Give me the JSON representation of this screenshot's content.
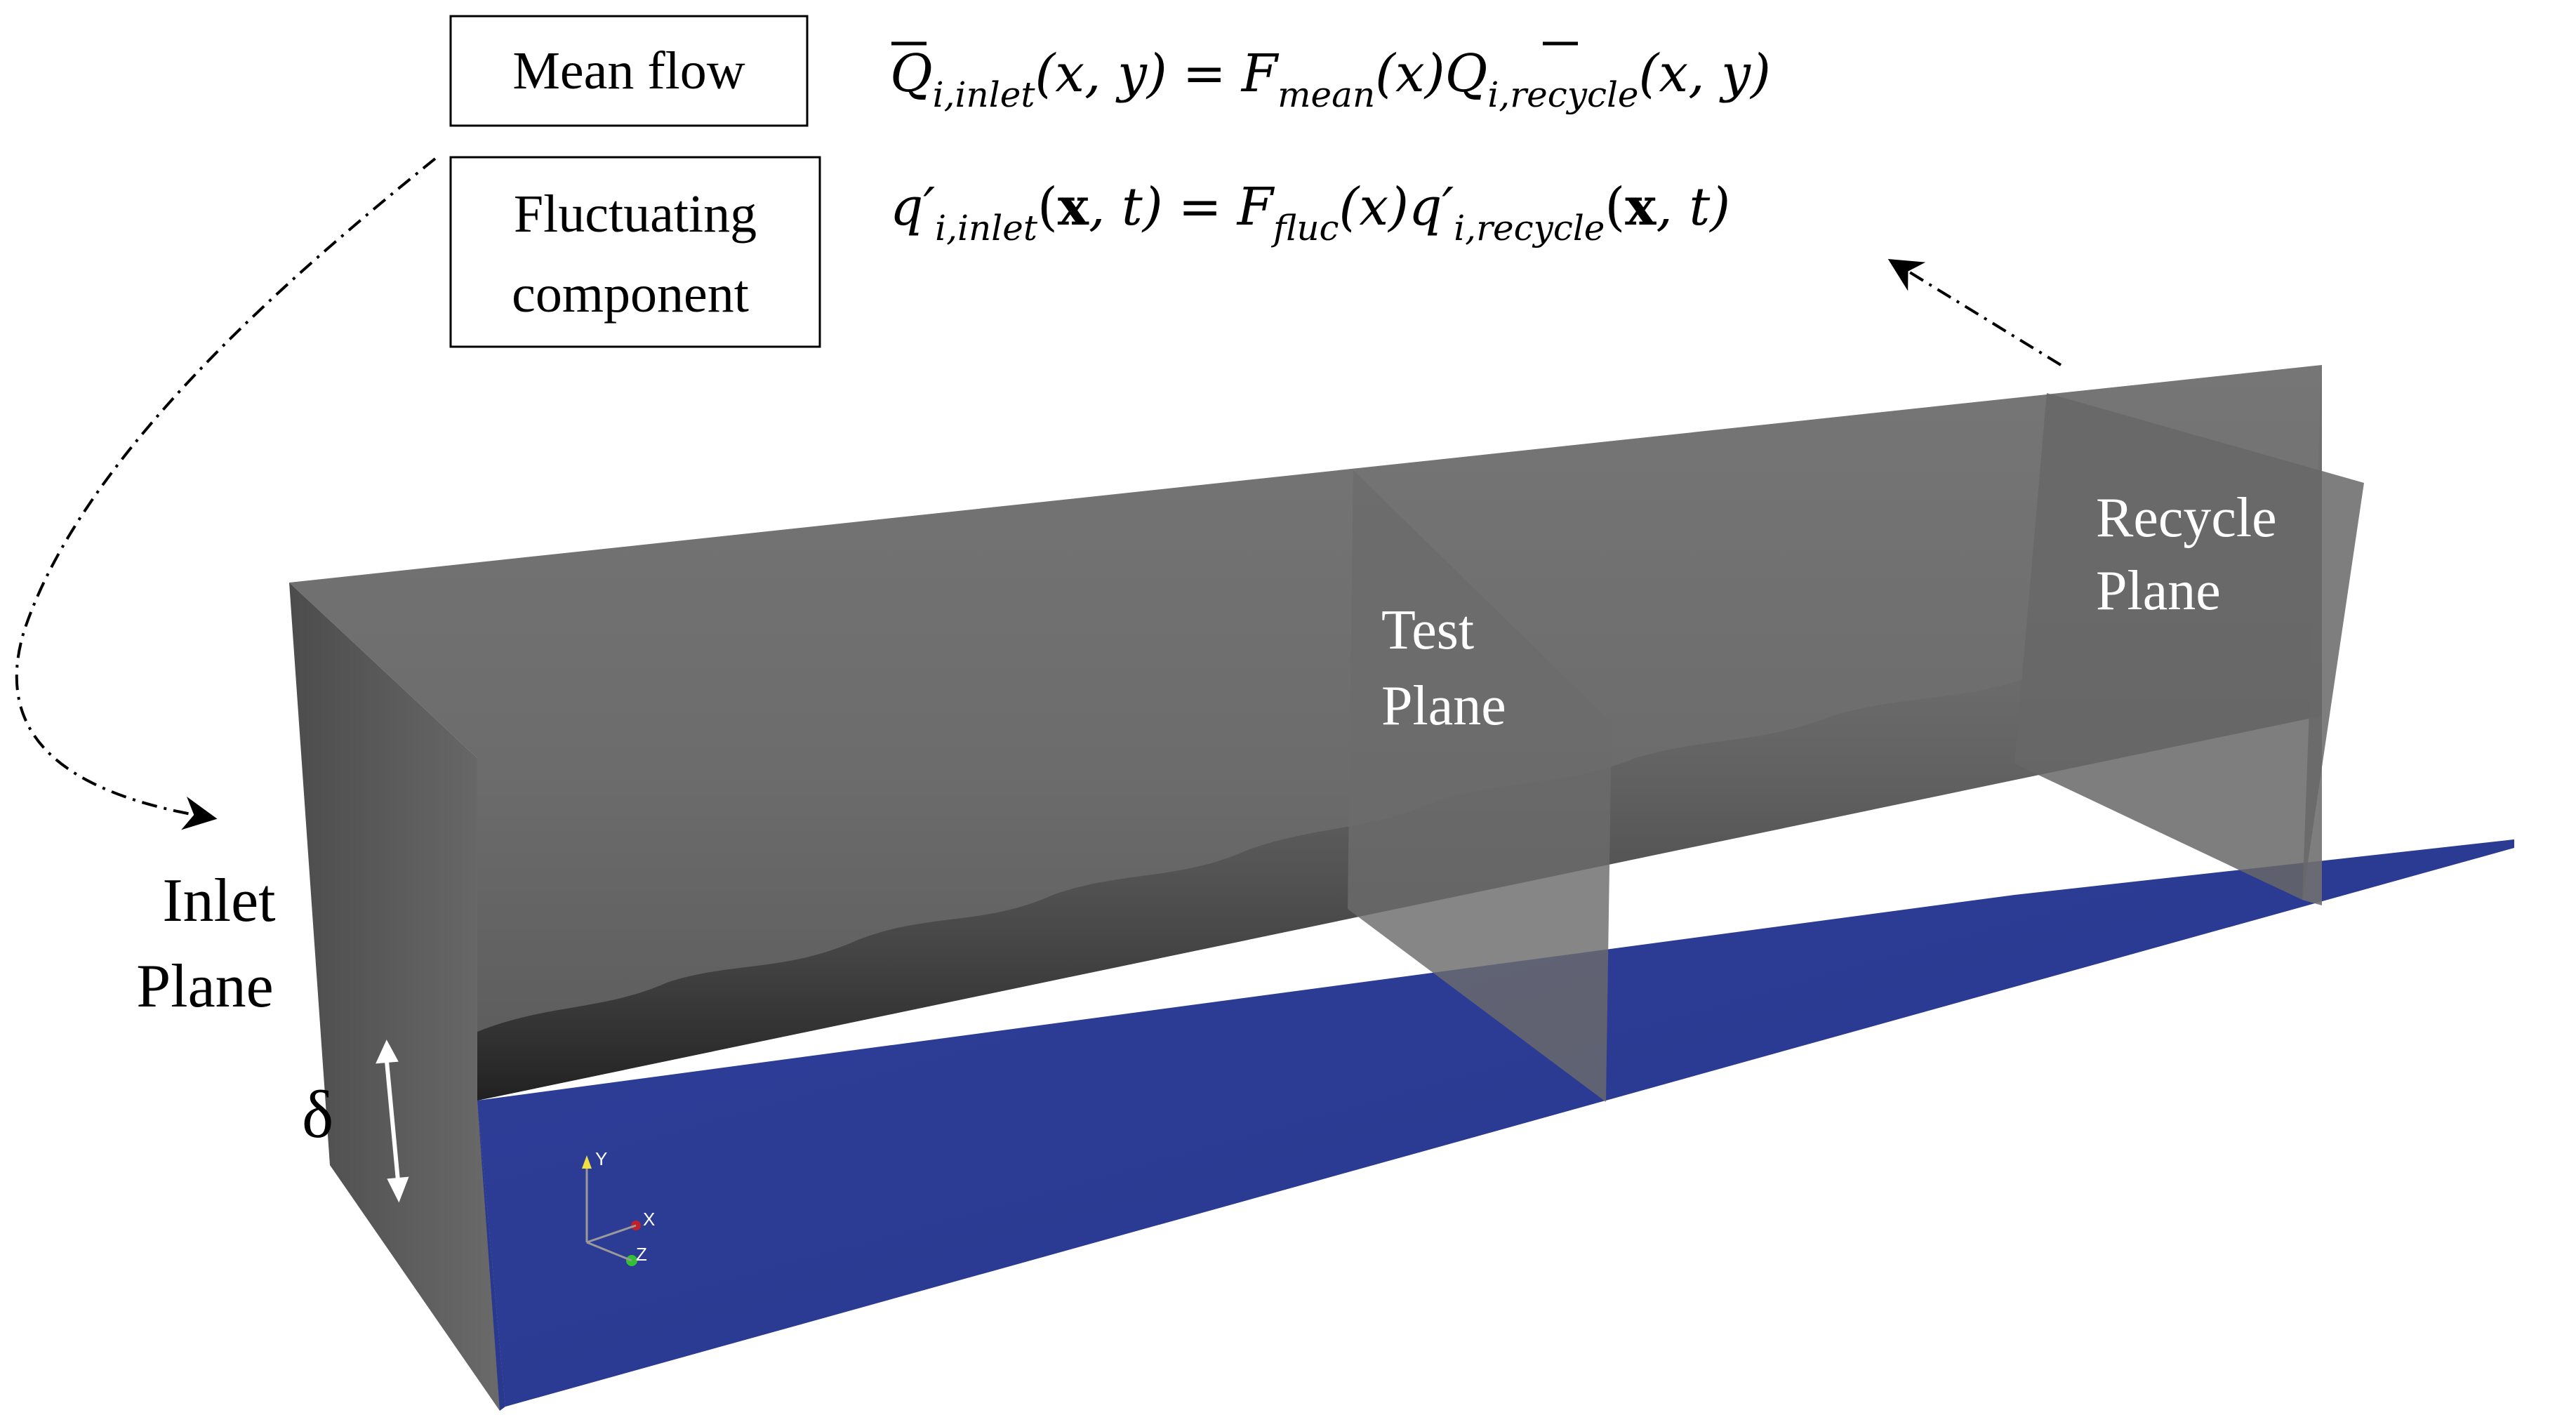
{
  "colors": {
    "wall_plane": "#6f6f6f",
    "floor": "#2c3c95",
    "turbulence": "#3a3a3a",
    "label_light": "#ffffff",
    "label_dark": "#000000"
  },
  "boxes": {
    "mean_flow": "Mean flow",
    "fluctuating_line1": "Fluctuating",
    "fluctuating_line2": "component"
  },
  "equations": {
    "mean": {
      "lhs_symbol": "Q",
      "lhs_sub": "i,inlet",
      "lhs_args": "(x, y)",
      "equals": "=",
      "factor": "F",
      "factor_sub": "mean",
      "factor_args": "(x)",
      "rhs_symbol": "Q",
      "rhs_sub": "i,recycle",
      "rhs_args": "(x, y)"
    },
    "fluc": {
      "lhs_symbol": "q′",
      "lhs_sub": "i,inlet",
      "lhs_open": "(",
      "lhs_bold": "x",
      "lhs_close": ", t)",
      "equals": "=",
      "factor": "F",
      "factor_sub": "fluc",
      "factor_args": "(x)",
      "rhs_symbol": "q′",
      "rhs_sub": "i,recycle",
      "rhs_open": "(",
      "rhs_bold": "x",
      "rhs_close": ", t)"
    }
  },
  "planes": {
    "inlet_line1": "Inlet",
    "inlet_line2": "Plane",
    "test_line1": "Test",
    "test_line2": "Plane",
    "recycle_line1": "Recycle",
    "recycle_line2": "Plane",
    "delta": "δ"
  },
  "axes_triad": {
    "y": "Y",
    "x": "X",
    "z": "Z"
  }
}
